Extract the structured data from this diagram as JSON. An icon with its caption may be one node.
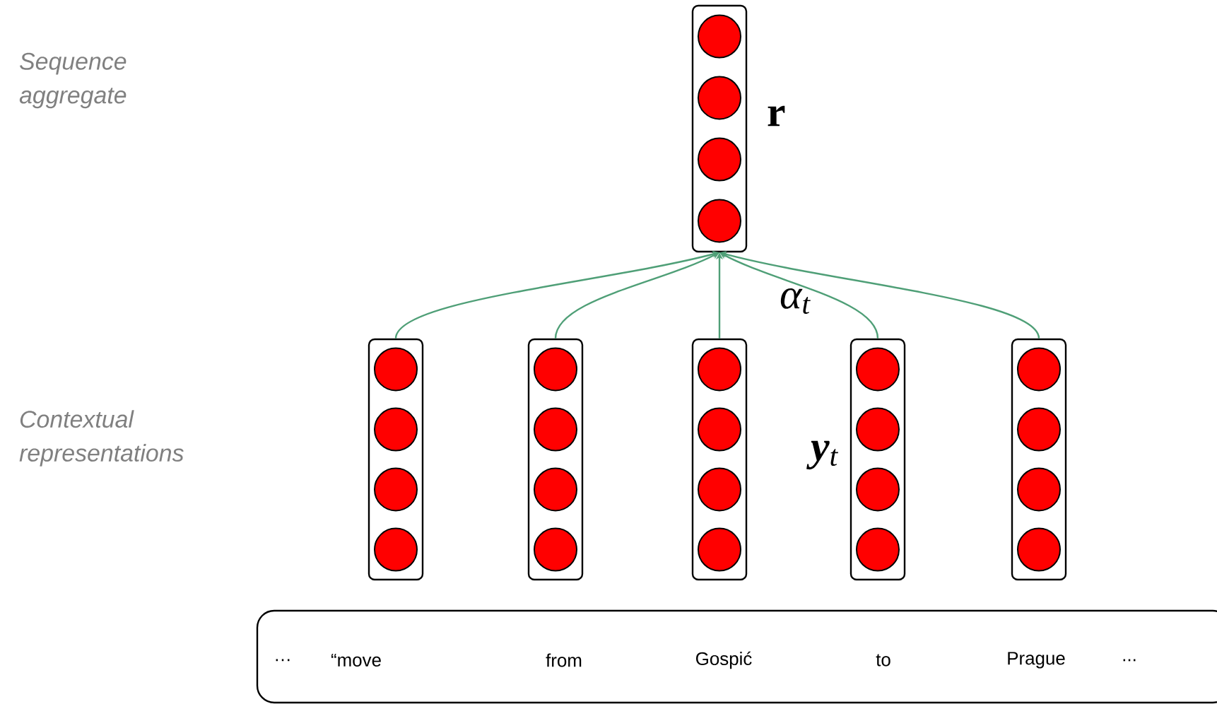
{
  "diagram": {
    "nodes": [
      {
        "text": [],
        "shape": "box",
        "beside": [
          "r"
        ]
      },
      {
        "text": [],
        "shape": "box"
      },
      {
        "text": [],
        "shape": "box"
      },
      {
        "text": [],
        "shape": "box"
      },
      {
        "text": [],
        "shape": "box"
      },
      {
        "text": [],
        "shape": "box"
      },
      {
        "text": [
          "…",
          "“move",
          "from",
          "Gospić",
          "to",
          "Prague",
          "..."
        ]
      }
    ],
    "edges": [
      {
        "from": 1,
        "to": 0,
        "arrow": "to",
        "color": "#4f9f77"
      },
      {
        "from": 2,
        "to": 0,
        "arrow": "to",
        "color": "#4f9f77"
      },
      {
        "from": 3,
        "to": 0,
        "arrow": "to",
        "color": "#4f9f77"
      },
      {
        "from": 4,
        "to": 0,
        "arrow": "to",
        "color": "#4f9f77"
      },
      {
        "from": 5,
        "to": 0,
        "arrow": "to",
        "color": "#4f9f77"
      }
    ],
    "labels": [
      "Sequence aggregate",
      "Contextual representations",
      "α$_{t}$",
      "**y**$_{t}$"
    ]
  }
}
